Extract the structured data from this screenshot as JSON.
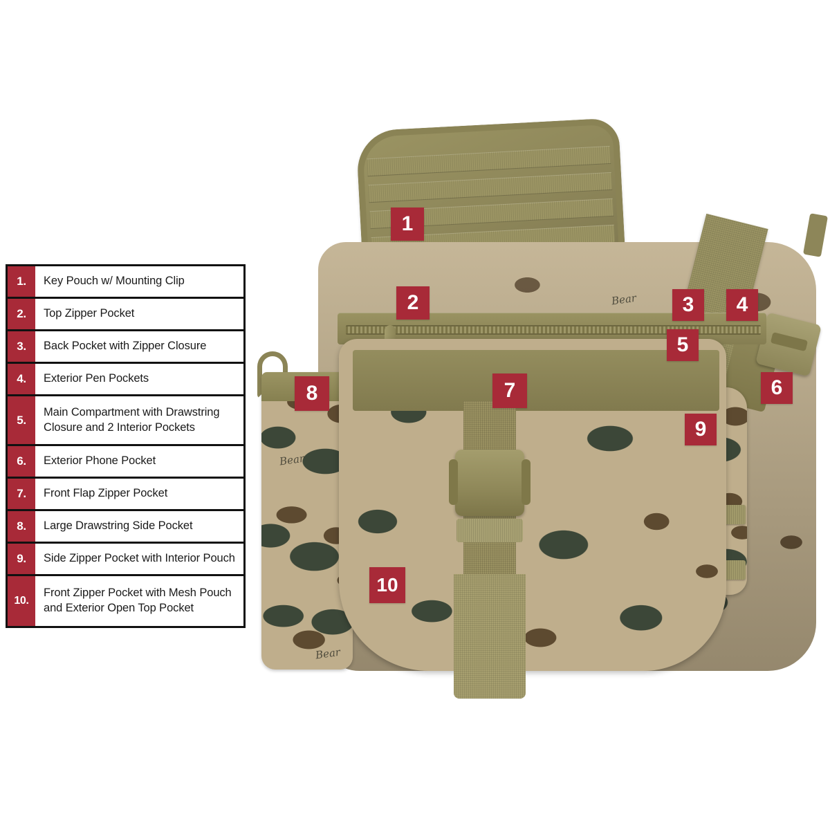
{
  "legend": {
    "rows": [
      {
        "num": "1.",
        "label": "Key Pouch w/ Mounting Clip"
      },
      {
        "num": "2.",
        "label": "Top Zipper Pocket"
      },
      {
        "num": "3.",
        "label": "Back Pocket with Zipper Closure"
      },
      {
        "num": "4.",
        "label": "Exterior Pen Pockets"
      },
      {
        "num": "5.",
        "label": "Main Compartment with Drawstring Closure and 2 Interior Pockets"
      },
      {
        "num": "6.",
        "label": "Exterior Phone Pocket"
      },
      {
        "num": "7.",
        "label": "Front Flap Zipper Pocket"
      },
      {
        "num": "8.",
        "label": "Large Drawstring Side Pocket"
      },
      {
        "num": "9.",
        "label": "Side Zipper Pocket with Interior Pouch"
      },
      {
        "num": "10.",
        "label": "Front Zipper Pocket with Mesh Pouch and Exterior Open Top Pocket"
      }
    ]
  },
  "markers": [
    {
      "id": "1",
      "text": "1"
    },
    {
      "id": "2",
      "text": "2"
    },
    {
      "id": "3",
      "text": "3"
    },
    {
      "id": "4",
      "text": "4"
    },
    {
      "id": "5",
      "text": "5"
    },
    {
      "id": "6",
      "text": "6"
    },
    {
      "id": "7",
      "text": "7"
    },
    {
      "id": "8",
      "text": "8"
    },
    {
      "id": "9",
      "text": "9"
    },
    {
      "id": "10",
      "text": "10"
    }
  ],
  "product": {
    "brand_logo_1": "Bear",
    "brand_logo_2": "Bear",
    "brand_logo_3": "Bear"
  },
  "colors": {
    "accent_red": "#a82a38",
    "marker_text": "#ffffff",
    "table_border": "#111111",
    "camo_tan": "#bfae8c",
    "camo_green": "#3c4738",
    "camo_brown": "#5d4a30",
    "webbing_olive": "#9a9161",
    "background": "#ffffff"
  }
}
